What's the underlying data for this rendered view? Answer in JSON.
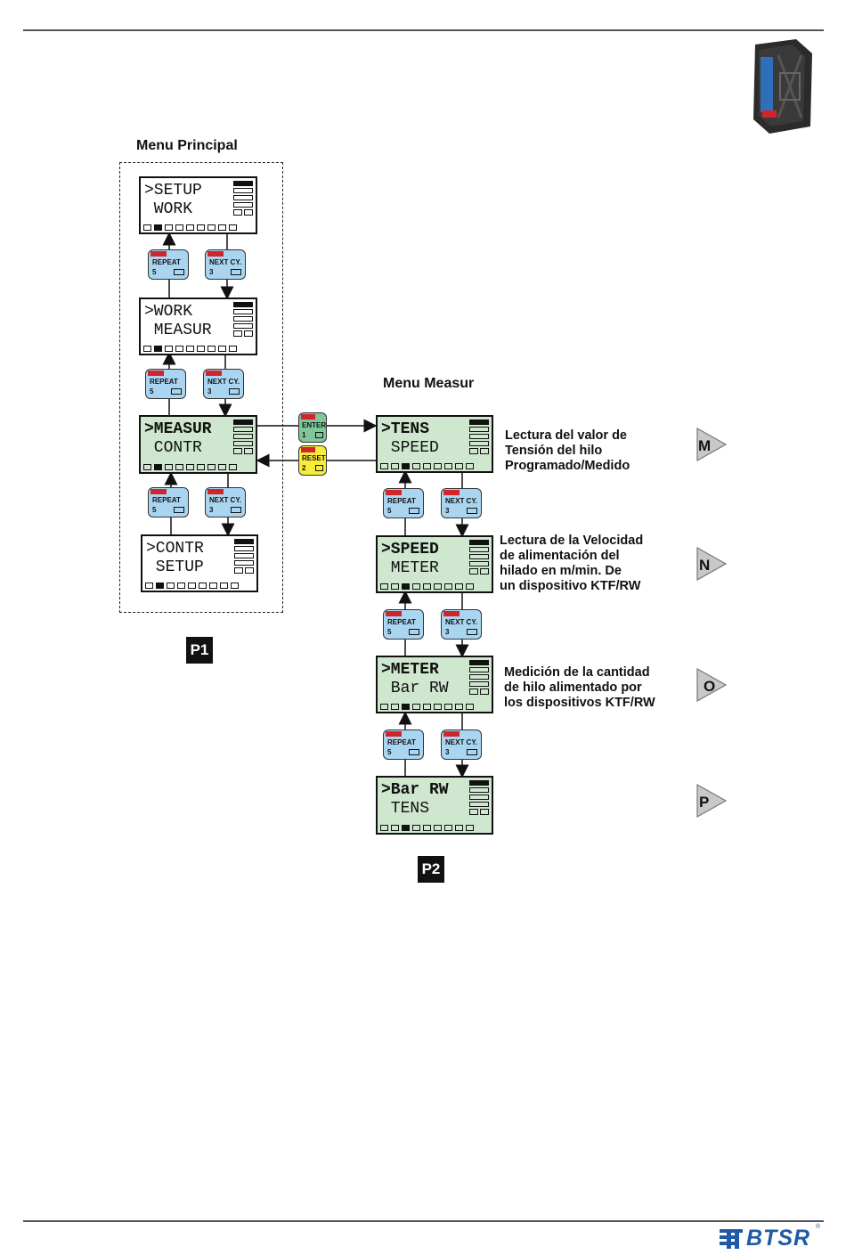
{
  "menu_principal": {
    "title": "Menu Principal",
    "screens": [
      {
        "line1": ">SETUP",
        "line2": " WORK"
      },
      {
        "line1": ">WORK",
        "line2": " MEASUR"
      },
      {
        "line1": ">MEASUR",
        "line2": " CONTR"
      },
      {
        "line1": ">CONTR",
        "line2": " SETUP"
      }
    ],
    "badge": "P1"
  },
  "menu_measur": {
    "title": "Menu Measur",
    "screens": [
      {
        "line1": ">TENS",
        "line2": " SPEED"
      },
      {
        "line1": ">SPEED",
        "line2": " METER"
      },
      {
        "line1": ">METER",
        "line2": " Bar RW"
      },
      {
        "line1": ">Bar RW",
        "line2": " TENS"
      }
    ],
    "badge": "P2"
  },
  "keys": {
    "repeat": {
      "label": "REPEAT",
      "number": "5"
    },
    "next": {
      "label": "NEXT CY.",
      "number": "3"
    },
    "enter": {
      "label": "ENTER",
      "number": "1"
    },
    "reset": {
      "label": "RESET",
      "number": "2"
    }
  },
  "descriptions": {
    "tens": [
      "Lectura del valor de",
      "Tensión del hilo",
      "Programado/Medido"
    ],
    "speed": [
      "Lectura de la Velocidad",
      "de alimentación del",
      "hilado en m/min. De",
      "un dispositivo KTF/RW"
    ],
    "meter": [
      "Medición de la cantidad",
      "de hilo alimentado por",
      "los dispositivos KTF/RW"
    ]
  },
  "tags": [
    "M",
    "N",
    "O",
    "P"
  ],
  "logo": {
    "text": "BTSR",
    "mark": "®"
  },
  "colors": {
    "lcd_green": "#cfe7cf",
    "key_blue": "#a9d5f0",
    "enter_green": "#7fc79a",
    "reset_yellow": "#f7ec3a",
    "led_red": "#d0262b"
  }
}
